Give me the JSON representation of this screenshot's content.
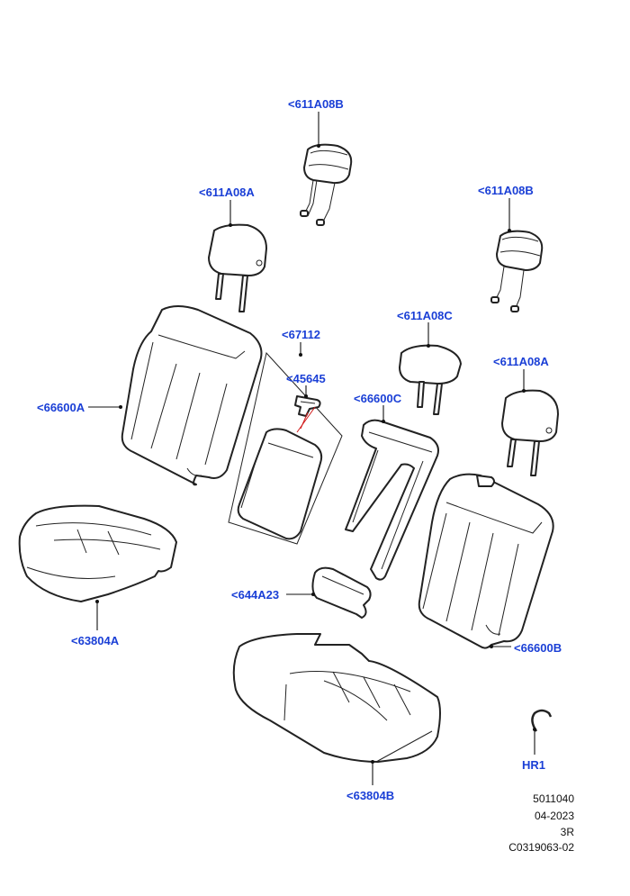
{
  "labels": {
    "hr_top": "<611A08B",
    "hr_left": "<611A08A",
    "hr_right_top": "<611A08B",
    "hr_center": "<611A08C",
    "hr_right": "<611A08A",
    "panel": "<67112",
    "latch": "<45645",
    "back_left": "<66600A",
    "back_center": "<66600C",
    "back_right": "<66600B",
    "cushion_left": "<63804A",
    "armrest": "<644A23",
    "cushion_center": "<63804B",
    "hook": "HR1"
  },
  "meta": {
    "code": "5011040",
    "date": "04-2023",
    "rev": "3R",
    "ref": "C0319063-02"
  },
  "colors": {
    "label": "#1a3fd6",
    "line": "#222222",
    "accent_line": "#d11a1a"
  }
}
